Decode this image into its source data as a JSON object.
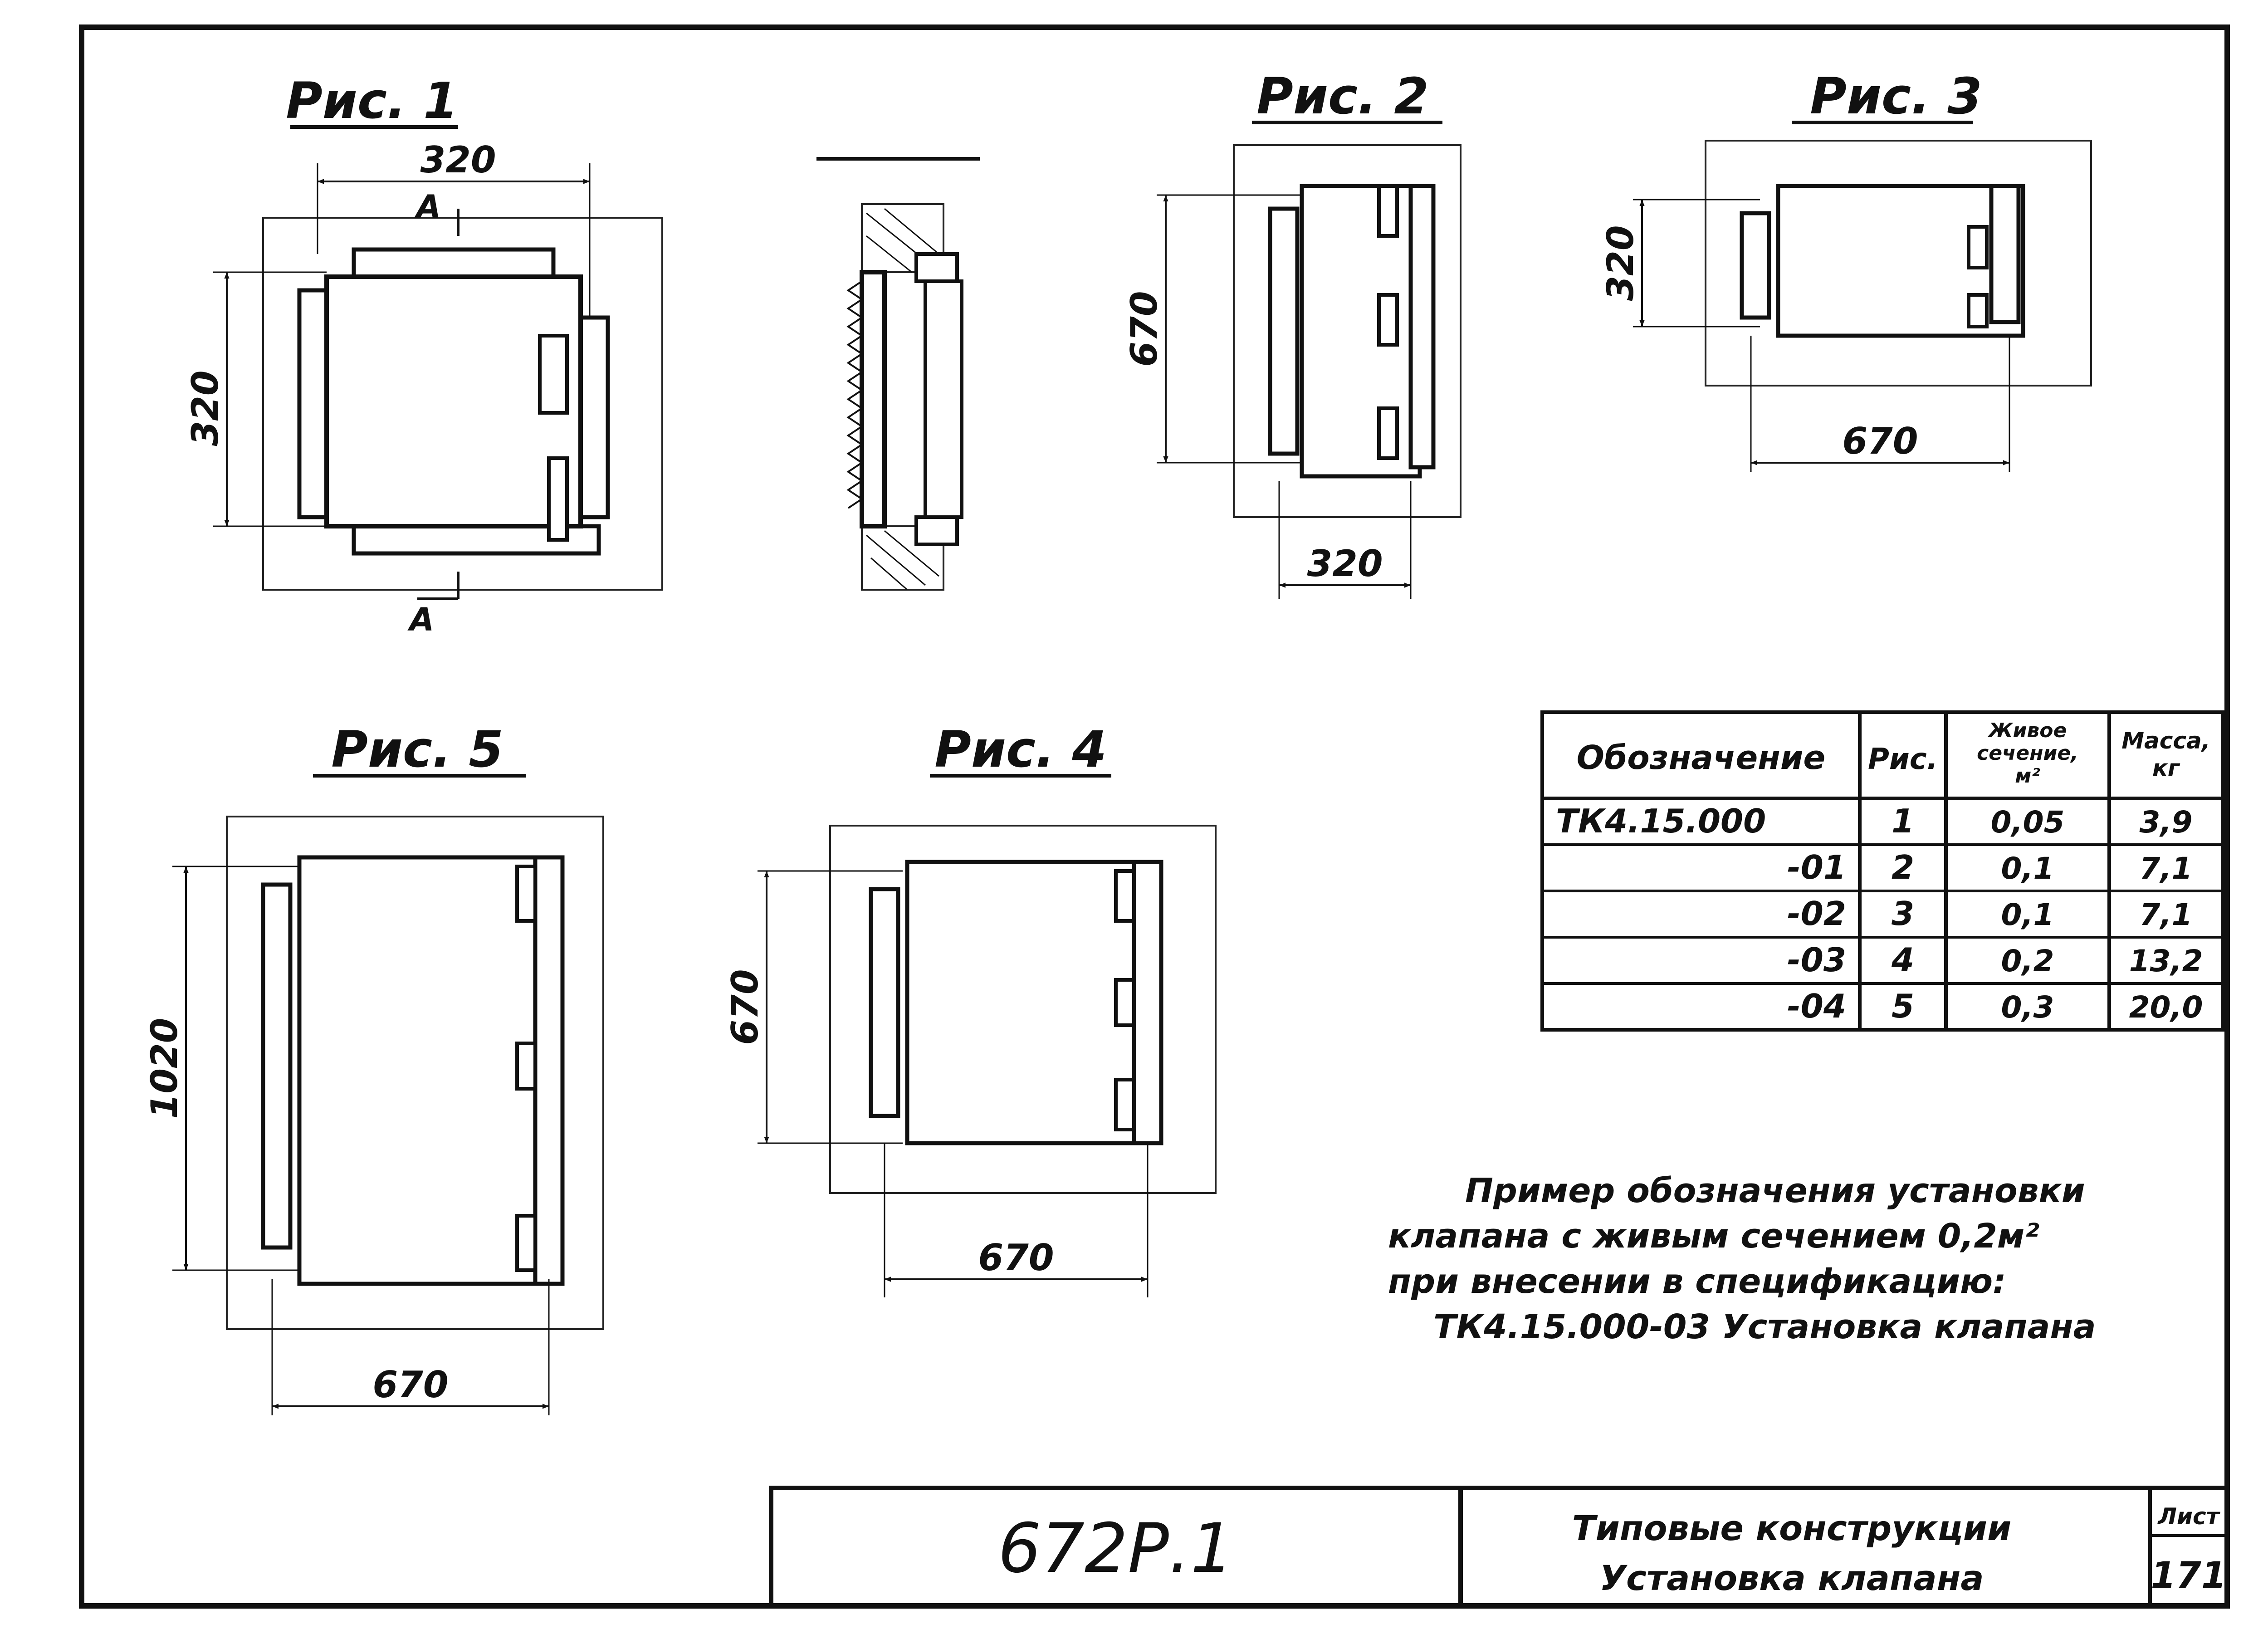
{
  "figures": {
    "fig1": {
      "title": "Рис. 1",
      "dim_top": "320",
      "dim_left": "320",
      "section_mark": "А"
    },
    "section": {
      "title": "А-А"
    },
    "fig2": {
      "title": "Рис. 2",
      "dim_left": "670",
      "dim_bottom": "320"
    },
    "fig3": {
      "title": "Рис. 3",
      "dim_left": "320",
      "dim_bottom": "670"
    },
    "fig4": {
      "title": "Рис. 4",
      "dim_left": "670",
      "dim_bottom": "670"
    },
    "fig5": {
      "title": "Рис. 5",
      "dim_left": "1020",
      "dim_bottom": "670"
    }
  },
  "table": {
    "headers": {
      "designation": "Обозначение",
      "fig": "Рис.",
      "area_line1": "Живое",
      "area_line2": "сечение,",
      "area_line3": "м²",
      "mass_line1": "Масса,",
      "mass_line2": "кг"
    },
    "rows": [
      {
        "designation": "ТК4.15.000",
        "fig": "1",
        "area": "0,05",
        "mass": "3,9"
      },
      {
        "designation": "-01",
        "fig": "2",
        "area": "0,1",
        "mass": "7,1"
      },
      {
        "designation": "-02",
        "fig": "3",
        "area": "0,1",
        "mass": "7,1"
      },
      {
        "designation": "-03",
        "fig": "4",
        "area": "0,2",
        "mass": "13,2"
      },
      {
        "designation": "-04",
        "fig": "5",
        "area": "0,3",
        "mass": "20,0"
      }
    ]
  },
  "note": {
    "line1": "Пример обозначения установки",
    "line2": "клапана с живым сечением 0,2м²",
    "line3": "при внесении в спецификацию:",
    "line4": "ТК4.15.000-03 Установка клапана"
  },
  "title_block": {
    "code": "672Р.1",
    "title_line1": "Типовые конструкции",
    "title_line2": "Установка клапана",
    "sheet_label": "Лист",
    "sheet_number": "171"
  }
}
